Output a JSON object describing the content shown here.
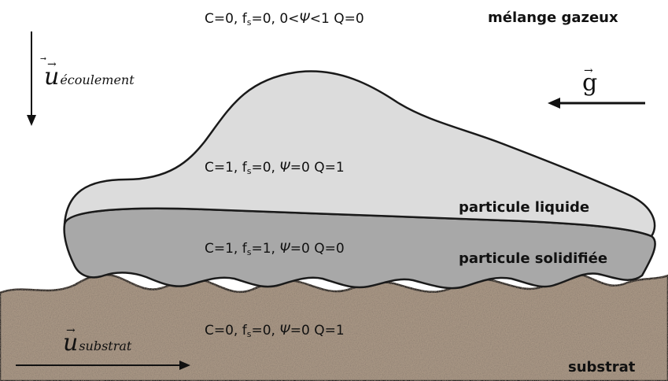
{
  "conditions": {
    "gas": {
      "c": "C=0, f",
      "fs": "=0, 0<",
      "psi": "Ψ",
      "rest": "<1 Q=0"
    },
    "liquid": {
      "c": "C=1, f",
      "fs": "=0, ",
      "psi": "Ψ",
      "rest": "=0 Q=1"
    },
    "solid": {
      "c": "C=1, f",
      "fs": "=1, ",
      "psi": "Ψ",
      "rest": "=0 Q=0"
    },
    "substrate": {
      "c": "C=0, f",
      "fs": "=0, ",
      "psi": "Ψ",
      "rest": "=0 Q=1"
    },
    "sub_s": "s"
  },
  "regions": {
    "gas": "mélange gazeux",
    "liquid": "particule liquide",
    "solid": "particule solidifiée",
    "substrate": "substrat"
  },
  "vectors": {
    "flow": {
      "symbol": "u",
      "subscript": "écoulement"
    },
    "substrate": {
      "symbol": "u",
      "subscript": "substrat"
    },
    "gravity": {
      "symbol": "g"
    }
  },
  "colors": {
    "liquid": "#dcdcdc",
    "solid": "#a8a8a8",
    "substrate": "#a89684",
    "outline": "#1a1a1a"
  }
}
